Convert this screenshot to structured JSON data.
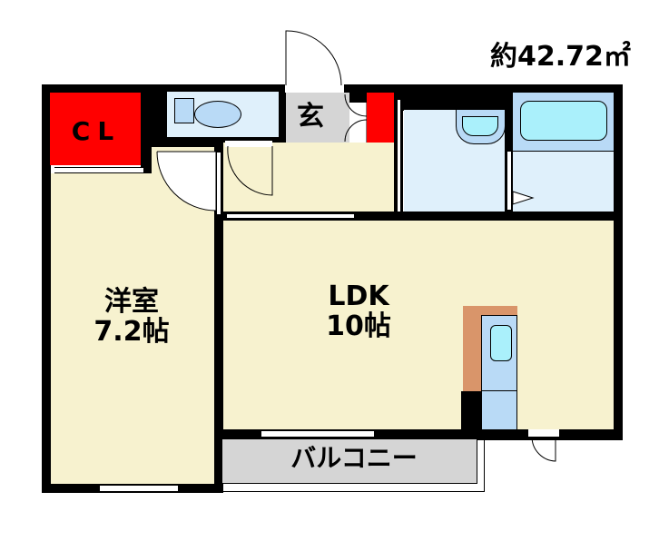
{
  "floorplan": {
    "area_label": "約42.72㎡",
    "rooms": {
      "closet": "CL",
      "entrance": "玄",
      "western_room": {
        "name": "洋室",
        "size": "7.2帖"
      },
      "ldk": {
        "name": "LDK",
        "size": "10帖"
      },
      "balcony": "バルコニー"
    },
    "fixtures": [
      "toilet-icon",
      "washbasin-icon",
      "bathtub-icon",
      "kitchen-sink-icon"
    ],
    "colors": {
      "wall": "#000000",
      "room_floor": "#f7f2cf",
      "wet_area": "#dff0fb",
      "fixture": "#b9daf6",
      "water": "#aaf0fb",
      "storage": "#ff0000",
      "entrance": "#d5d5d5",
      "balcony": "#d5d5d5",
      "counter": "#d9956a"
    }
  }
}
